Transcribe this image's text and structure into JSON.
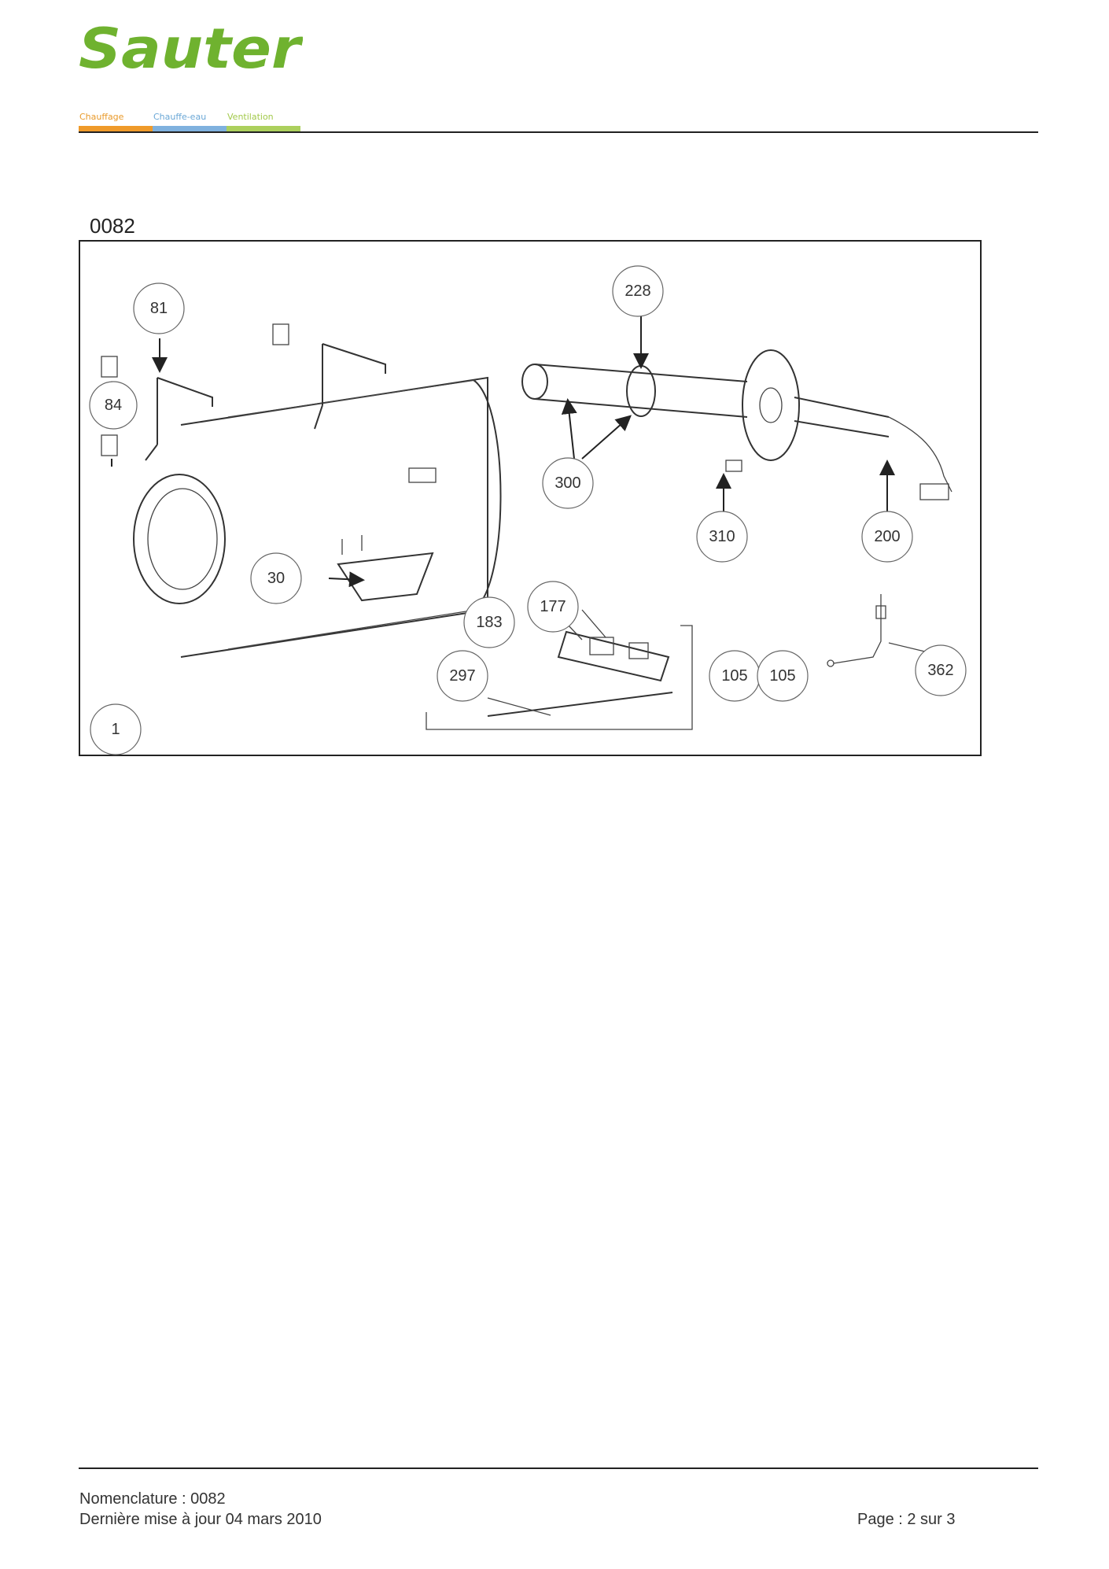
{
  "brand": {
    "name": "Sauter",
    "logo_color": "#6fb22f",
    "categories": [
      {
        "label": "Chauffage",
        "color": "#ef9a2a"
      },
      {
        "label": "Chauffe-eau",
        "color": "#7fb1de"
      },
      {
        "label": "Ventilation",
        "color": "#acd05d"
      }
    ]
  },
  "figure": {
    "title": "0082",
    "callouts": [
      "81",
      "228",
      "84",
      "300",
      "310",
      "200",
      "30",
      "177",
      "183",
      "297",
      "105",
      "105",
      "362",
      "1"
    ]
  },
  "footer": {
    "nomenclature": "Nomenclature : 0082",
    "updated": "Dernière mise à jour 04 mars 2010",
    "page": "Page : 2 sur 3"
  }
}
